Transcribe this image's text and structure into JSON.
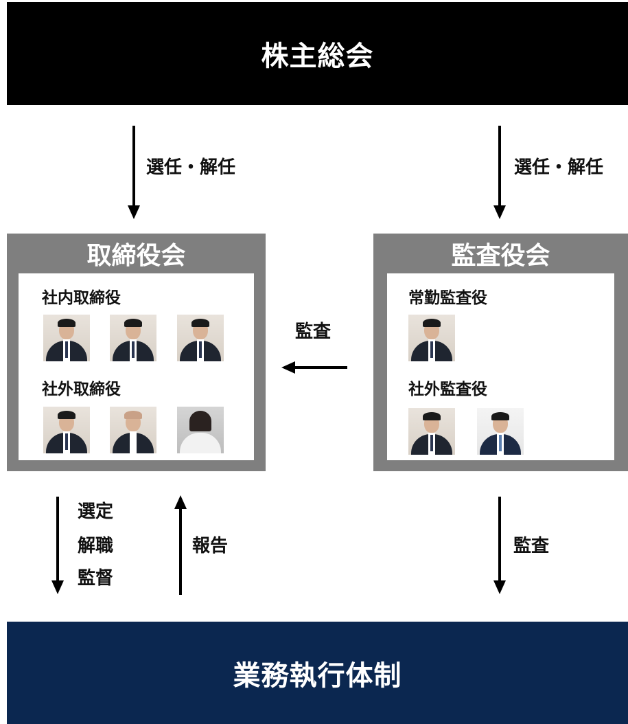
{
  "top_banner": {
    "label": "株主総会"
  },
  "bottom_banner": {
    "label": "業務執行体制"
  },
  "arrows": {
    "left_top_label": "選任・解任",
    "right_top_label": "選任・解任",
    "audit_mid_label": "監査",
    "audit_bottom_label": "監査",
    "down_left_lines": [
      "選定",
      "解職",
      "監督"
    ],
    "report_label": "報告"
  },
  "board_of_directors": {
    "title": "取締役会",
    "internal_label": "社内取締役",
    "external_label": "社外取締役",
    "internal_count": 3,
    "external_count": 3
  },
  "audit_board": {
    "title": "監査役会",
    "fulltime_label": "常勤監査役",
    "external_label": "社外監査役",
    "fulltime_count": 1,
    "external_count": 2
  },
  "colors": {
    "top_banner": "#000000",
    "bottom_banner": "#0b2750",
    "board_frame": "#7f7f7f"
  }
}
